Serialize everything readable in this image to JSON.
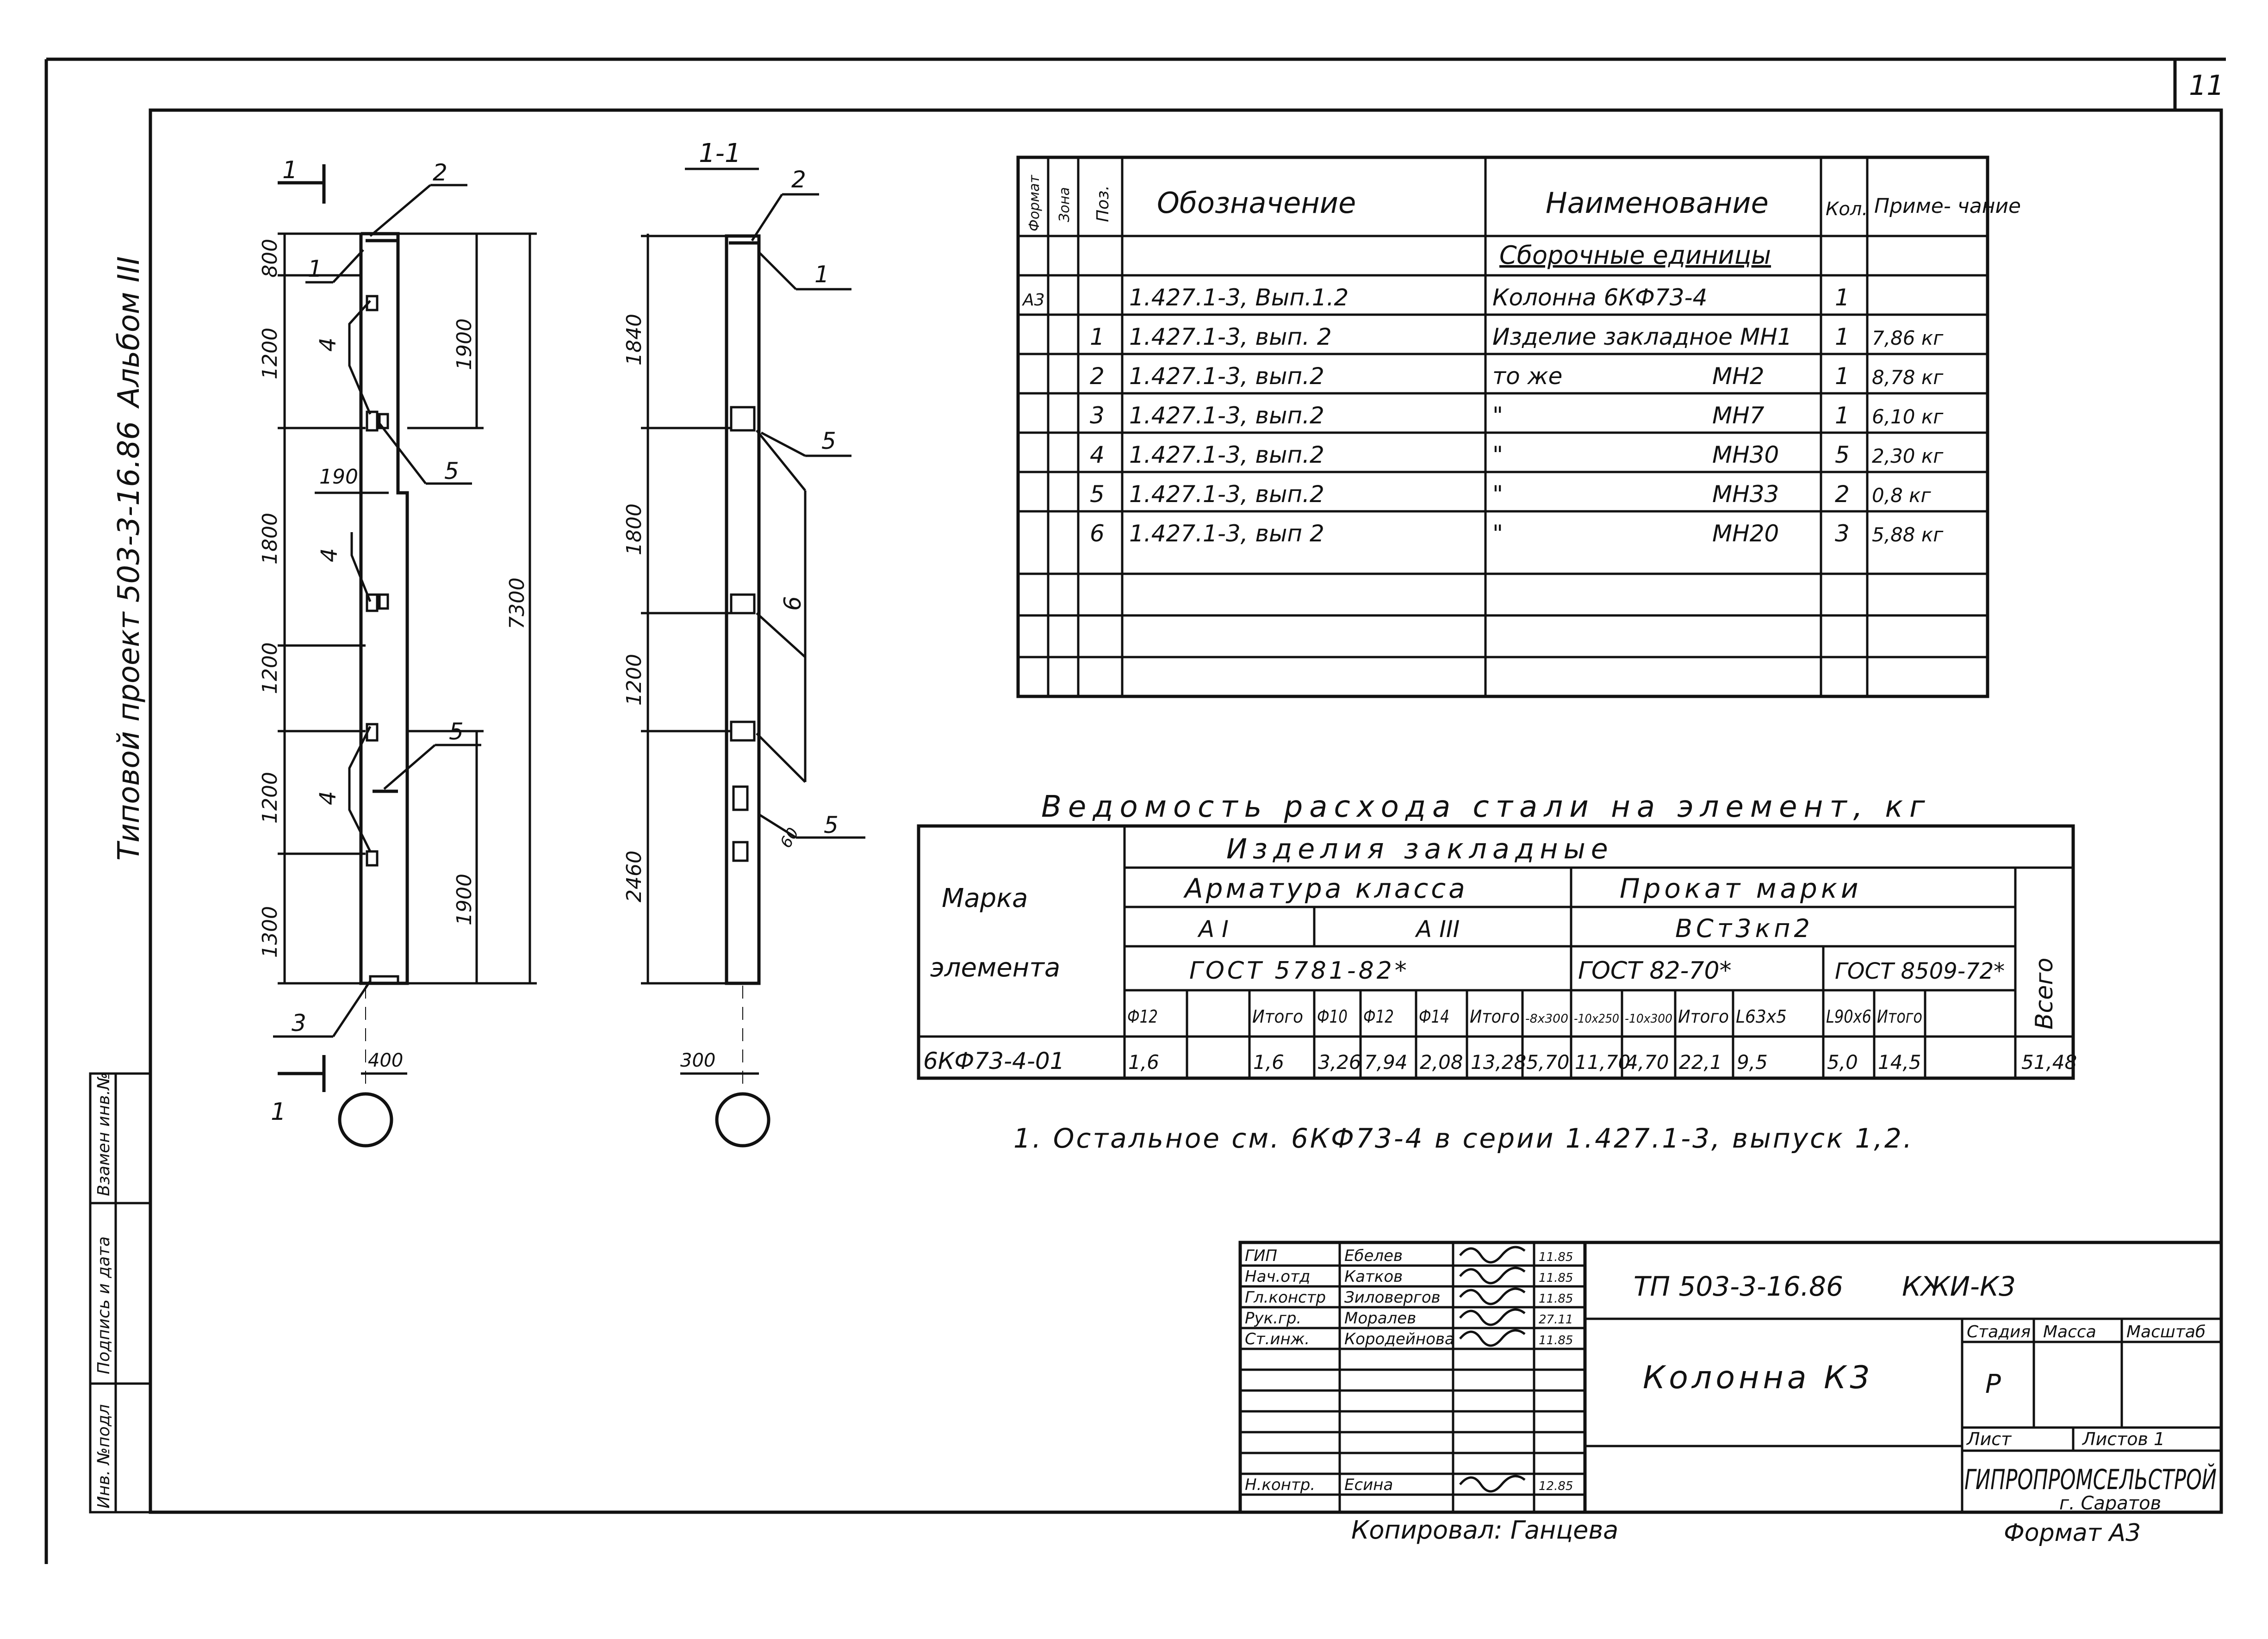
{
  "sheet_number": "11",
  "left_margin": {
    "album": "Альбом III",
    "project": "Типовой проект 503-3-16.86",
    "stamp_labels": [
      "Инв. №подл",
      "Подпись и дата",
      "Взамен инв.№"
    ]
  },
  "elevation_view": {
    "section_mark": "1",
    "callouts": [
      "1",
      "2",
      "3",
      "4",
      "4",
      "4",
      "5",
      "5"
    ],
    "dims_left": [
      "800",
      "1200",
      "1800",
      "1200",
      "1200",
      "1300"
    ],
    "dims_right": [
      "1900",
      "7300",
      "1900"
    ],
    "dim_190": "190",
    "dim_400": "400"
  },
  "section_view": {
    "title": "1-1",
    "callouts": [
      "1",
      "2",
      "5",
      "6",
      "5"
    ],
    "dims": [
      "1840",
      "1800",
      "1200",
      "2460"
    ],
    "dim_300": "300",
    "dim_60": "60"
  },
  "spec_table": {
    "headers": [
      "Формат",
      "Зона",
      "Поз.",
      "Обозначение",
      "Наименование",
      "Кол.",
      "Приме-\nчание"
    ],
    "section_title": "Сборочные единицы",
    "rows": [
      {
        "fmt": "А3",
        "zone": "",
        "pos": "",
        "code": "1.427.1-3, Вып.1.2",
        "name": "Колонна 6КФ73-4",
        "mark": "",
        "qty": "1",
        "note": ""
      },
      {
        "fmt": "",
        "zone": "",
        "pos": "1",
        "code": "1.427.1-3, вып. 2",
        "name": "Изделие закладное МН1",
        "mark": "",
        "qty": "1",
        "note": "7,86 кг"
      },
      {
        "fmt": "",
        "zone": "",
        "pos": "2",
        "code": "1.427.1-3, вып.2",
        "name": "то же",
        "mark": "МН2",
        "qty": "1",
        "note": "8,78 кг"
      },
      {
        "fmt": "",
        "zone": "",
        "pos": "3",
        "code": "1.427.1-3, вып.2",
        "name": "\"",
        "mark": "МН7",
        "qty": "1",
        "note": "6,10 кг"
      },
      {
        "fmt": "",
        "zone": "",
        "pos": "4",
        "code": "1.427.1-3, вып.2",
        "name": "\"",
        "mark": "МН30",
        "qty": "5",
        "note": "2,30 кг"
      },
      {
        "fmt": "",
        "zone": "",
        "pos": "5",
        "code": "1.427.1-3, вып.2",
        "name": "\"",
        "mark": "МН33",
        "qty": "2",
        "note": "0,8 кг"
      },
      {
        "fmt": "",
        "zone": "",
        "pos": "6",
        "code": "1.427.1-3, вып 2",
        "name": "\"",
        "mark": "МН20",
        "qty": "3",
        "note": "5,88 кг"
      }
    ]
  },
  "steel_table": {
    "title": "Ведомость расхода стали на элемент, кг",
    "izdelia": "Изделия закладные",
    "marka": "Марка",
    "elementa": "элемента",
    "armatura": "Арматура класса",
    "prokat": "Прокат марки",
    "vsego": "Всего",
    "a1": "А I",
    "a3": "А III",
    "vst": "ВСт3кп2",
    "gost1": "ГОСТ 5781-82*",
    "gost2": "ГОСТ 82-70*",
    "gost3": "ГОСТ 8509-72*",
    "cols": [
      "Ф12",
      "",
      "Итого",
      "Ф10",
      "Ф12",
      "Ф14",
      "Итого",
      "-8х300",
      "-10х250",
      "-10х300",
      "Итого",
      "L63х5",
      "L90х6",
      "Итого"
    ],
    "row_mark": "6КФ73-4-01",
    "row_values": [
      "1,6",
      "",
      "1,6",
      "3,26",
      "7,94",
      "2,08",
      "13,28",
      "5,70",
      "11,70",
      "4,70",
      "22,1",
      "9,5",
      "5,0",
      "14,5",
      "51,48"
    ]
  },
  "note": "1. Остальное см. 6КФ73-4 в серии 1.427.1-3, выпуск 1,2.",
  "title_block": {
    "doc_code": "ТП 503-3-16.86",
    "sheet_code": "КЖИ-К3",
    "title": "Колонна К3",
    "stage_hdr": "Стадия",
    "mass_hdr": "Масса",
    "scale_hdr": "Масштаб",
    "stage": "Р",
    "sheet_hdr": "Лист",
    "sheets_hdr": "Листов 1",
    "org": "ГИПРОПРОМСЕЛЬСТРОЙ",
    "city": "г. Саратов",
    "format": "Формат А3",
    "copied": "Копировал: Ганцева",
    "signers": [
      {
        "role": "ГИП",
        "name": "Ебелев",
        "date": "11.85"
      },
      {
        "role": "Нач.отд",
        "name": "Катков",
        "date": "11.85"
      },
      {
        "role": "Гл.констр",
        "name": "Зиловергов",
        "date": "11.85"
      },
      {
        "role": "Рук.гр.",
        "name": "Моралев",
        "date": "27.11"
      },
      {
        "role": "Ст.инж.",
        "name": "Кородейнова",
        "date": "11.85"
      },
      {
        "role": "Н.контр.",
        "name": "Есина",
        "date": "12.85"
      }
    ]
  }
}
